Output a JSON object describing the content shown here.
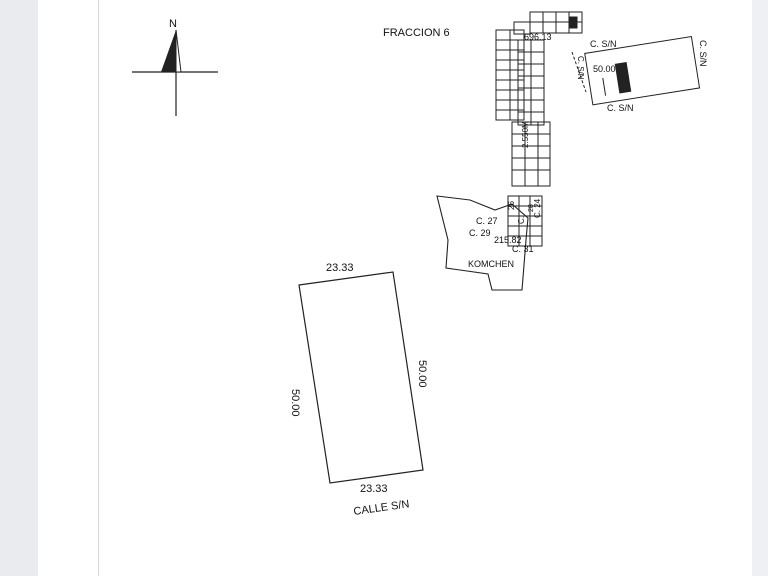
{
  "compass": {
    "north_label": "N"
  },
  "labels": {
    "fraccion": "FRACCION 6",
    "dist_696": "696.13",
    "dist_2550": "2.550M",
    "komchen": "KOMCHEN",
    "c27": "C. 27",
    "c29": "C. 29",
    "c31": "C. 31",
    "c26": "26",
    "c_s": "C.",
    "c28": "28",
    "c24": "C. 24",
    "d215": "215.82",
    "csn_top": "C. S/N",
    "csn_right": "C. S/N",
    "csn_bottom": "C. S/N",
    "csn_left": "C. S/N",
    "inset_50": "50.00"
  },
  "lot": {
    "top": "23.33",
    "bottom": "23.33",
    "left": "50.00",
    "right": "50.00",
    "street": "CALLE S/N"
  }
}
